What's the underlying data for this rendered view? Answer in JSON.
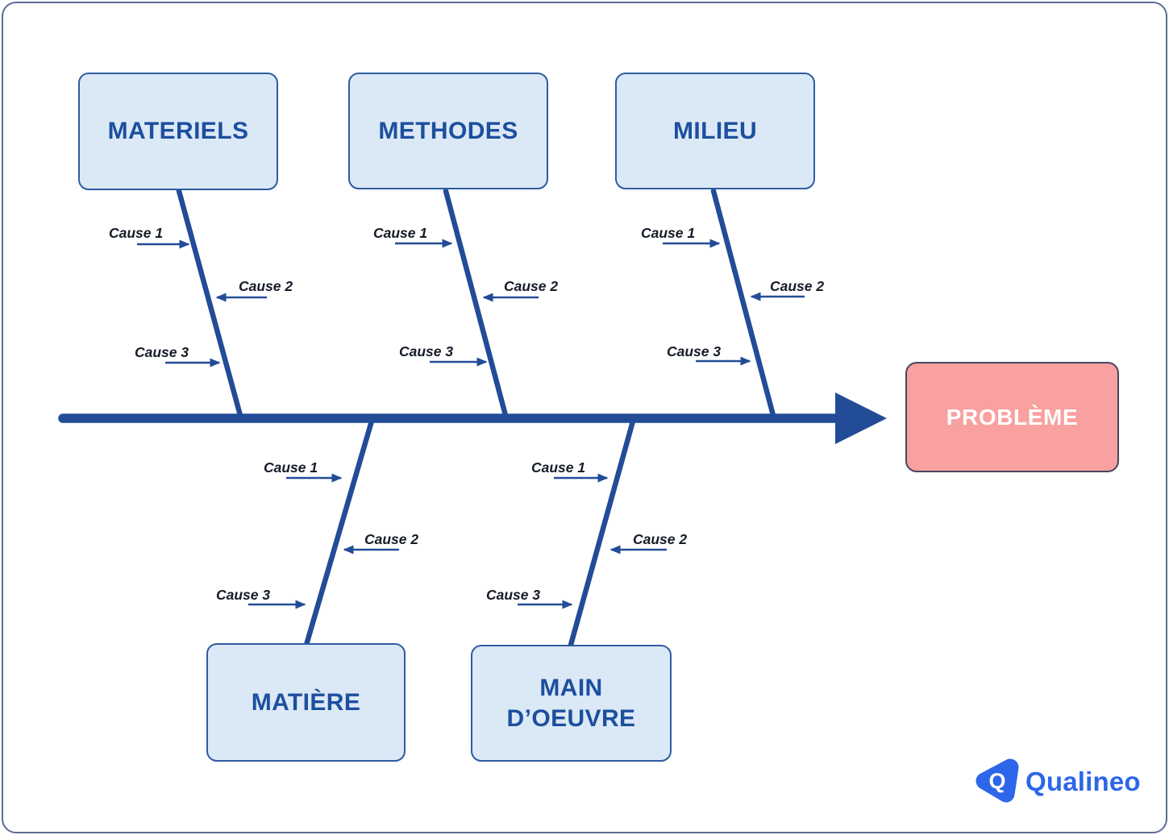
{
  "diagram": {
    "type": "fishbone-ishikawa",
    "problem": {
      "label": "PROBLÈME"
    },
    "branches": [
      {
        "id": "materiels",
        "position": "top",
        "label": "MATERIELS",
        "causes": [
          "Cause 1",
          "Cause 2",
          "Cause 3"
        ]
      },
      {
        "id": "methodes",
        "position": "top",
        "label": "METHODES",
        "causes": [
          "Cause 1",
          "Cause 2",
          "Cause 3"
        ]
      },
      {
        "id": "milieu",
        "position": "top",
        "label": "MILIEU",
        "causes": [
          "Cause 1",
          "Cause 2",
          "Cause 3"
        ]
      },
      {
        "id": "matiere",
        "position": "bottom",
        "label": "MATIÈRE",
        "causes": [
          "Cause 1",
          "Cause 2",
          "Cause 3"
        ]
      },
      {
        "id": "main-doeuvre",
        "position": "bottom",
        "label": "MAIN D’OEUVRE",
        "label_lines": [
          "MAIN",
          "D’OEUVRE"
        ],
        "causes": [
          "Cause 1",
          "Cause 2",
          "Cause 3"
        ]
      }
    ]
  },
  "logo": {
    "monogram": "Q",
    "brand": "Qualineo"
  },
  "colors": {
    "bone_blue": "#224c98",
    "category_fill": "#dbe8f6",
    "category_border": "#2e5ca0",
    "category_text": "#1c4f9e",
    "problem_fill": "#f9a0a0",
    "problem_border": "#474660",
    "problem_text": "#ffffff",
    "cause_text": "#161c28",
    "brand_blue": "#2d66e8",
    "frame_border": "#5a6d92"
  }
}
